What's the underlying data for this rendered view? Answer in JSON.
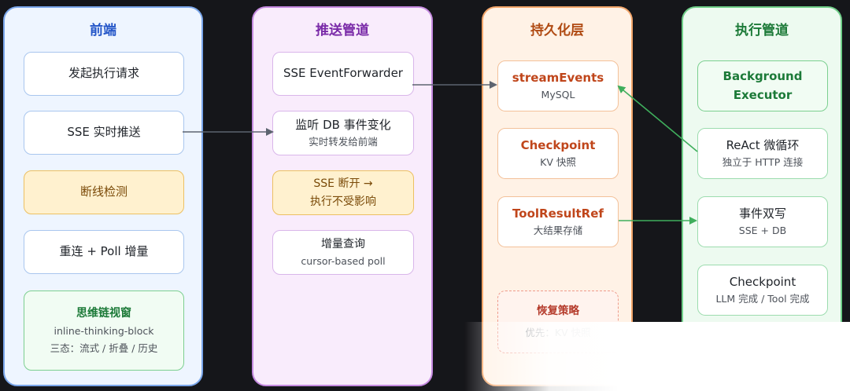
{
  "frontend": {
    "title": "前端",
    "request": "发起执行请求",
    "sse_push": "SSE 实时推送",
    "disconnect": "断线检测",
    "reconnect": "重连 + Poll 增量",
    "thinking_title": "思维链视窗",
    "thinking_sub1": "inline-thinking-block",
    "thinking_sub2": "三态：流式 / 折叠 / 历史"
  },
  "push": {
    "title": "推送管道",
    "forwarder": "SSE EventForwarder",
    "listen_title": "监听 DB 事件变化",
    "listen_sub": "实时转发给前端",
    "disconnect_title": "SSE 断开 →",
    "disconnect_sub": "执行不受影响",
    "query_title": "增量查询",
    "query_sub": "cursor-based poll"
  },
  "persist": {
    "title": "持久化层",
    "stream_title": "streamEvents",
    "stream_sub": "MySQL",
    "checkpoint_title": "Checkpoint",
    "checkpoint_sub": "KV 快照",
    "toolref_title": "ToolResultRef",
    "toolref_sub": "大结果存储",
    "recovery_title": "恢复策略",
    "recovery_sub": "优先：KV 快照"
  },
  "exec": {
    "title": "执行管道",
    "bg_line1": "Background",
    "bg_line2": "Executor",
    "react_title": "ReAct 微循环",
    "react_sub": "独立于 HTTP 连接",
    "dual_title": "事件双写",
    "dual_sub": "SSE + DB",
    "cp_title": "Checkpoint",
    "cp_sub": "LLM 完成 / Tool 完成"
  },
  "colors": {
    "connector_gray": "#5d6470",
    "connector_green": "#3fae5c"
  }
}
